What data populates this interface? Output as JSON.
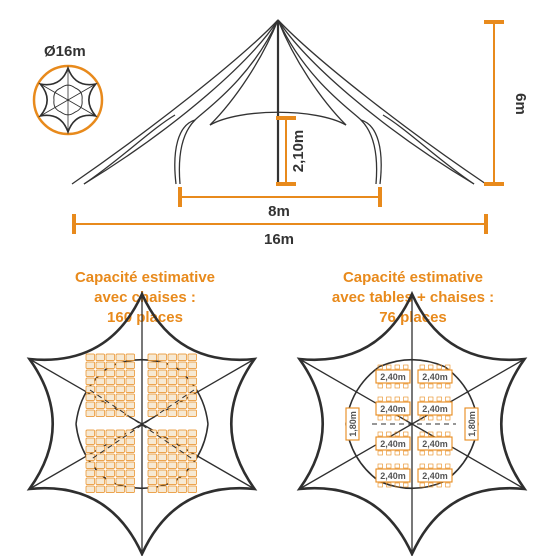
{
  "colors": {
    "orange": "#e88a1c",
    "ink": "#2f2f2f",
    "chair_fill": "#f6e9d4"
  },
  "diameter_badge": {
    "label": "Ø16m"
  },
  "elevation": {
    "height_label": "6m",
    "center_height_label": "2,10m",
    "arch_width_label": "8m",
    "total_width_label": "16m"
  },
  "layouts": [
    {
      "caption_lines": [
        "Capacité estimative",
        "avec chaises :",
        "160 places"
      ]
    },
    {
      "caption_lines": [
        "Capacité estimative",
        "avec tables + chaises :",
        "76 places"
      ],
      "table_long_label": "2,40m",
      "table_short_label": "1,80m"
    }
  ]
}
